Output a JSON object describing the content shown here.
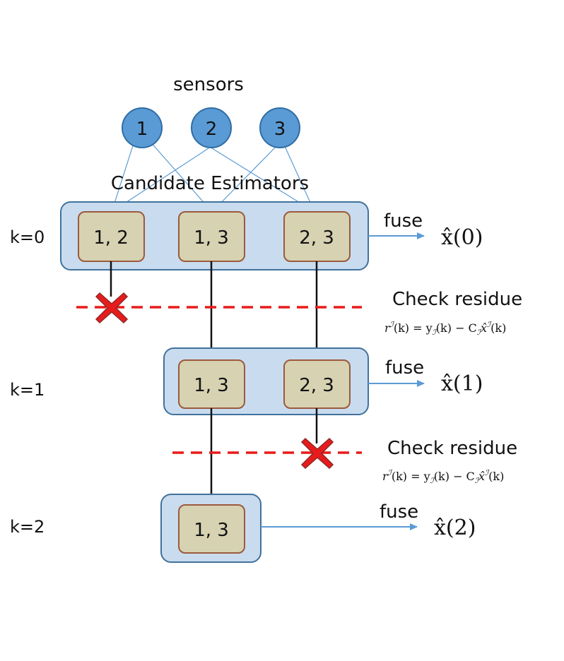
{
  "title": "sensors",
  "estimators_heading": "Candidate Estimators",
  "colors": {
    "sensor_fill": "#5b9bd5",
    "sensor_stroke": "#2e6da4",
    "group_fill": "#c9dcef",
    "group_stroke": "#41719c",
    "estimator_fill": "#d6d2b2",
    "estimator_stroke": "#9c5a3c",
    "link": "#5b9bd5",
    "arrow": "#111111",
    "cut": "#e81b1b"
  },
  "sensors": [
    "1",
    "2",
    "3"
  ],
  "steps": [
    {
      "step_label": "k=0",
      "estimators": [
        "1, 2",
        "1, 3",
        "2, 3"
      ],
      "fuse_label": "fuse",
      "output": "x̂(0)"
    },
    {
      "step_label": "k=1",
      "estimators": [
        "1, 3",
        "2, 3"
      ],
      "fuse_label": "fuse",
      "output": "x̂(1)"
    },
    {
      "step_label": "k=2",
      "estimators": [
        "1, 3"
      ],
      "fuse_label": "fuse",
      "output": "x̂(2)"
    }
  ],
  "checks": [
    {
      "label": "Check residue",
      "equation": {
        "r": "r",
        "sup": "ℐ",
        "k": "(k) = y",
        "sub": "ℐ",
        "mid": "(k) − C",
        "sub2": "ℐ",
        "xhat": "x̂",
        "sup2": "ℐ",
        "end": "(k)"
      }
    },
    {
      "label": "Check residue",
      "equation": {
        "r": "r",
        "sup": "ℐ",
        "k": "(k) = y",
        "sub": "ℐ",
        "mid": "(k) − C",
        "sub2": "ℐ",
        "xhat": "x̂",
        "sup2": "ℐ",
        "end": "(k)"
      }
    }
  ]
}
